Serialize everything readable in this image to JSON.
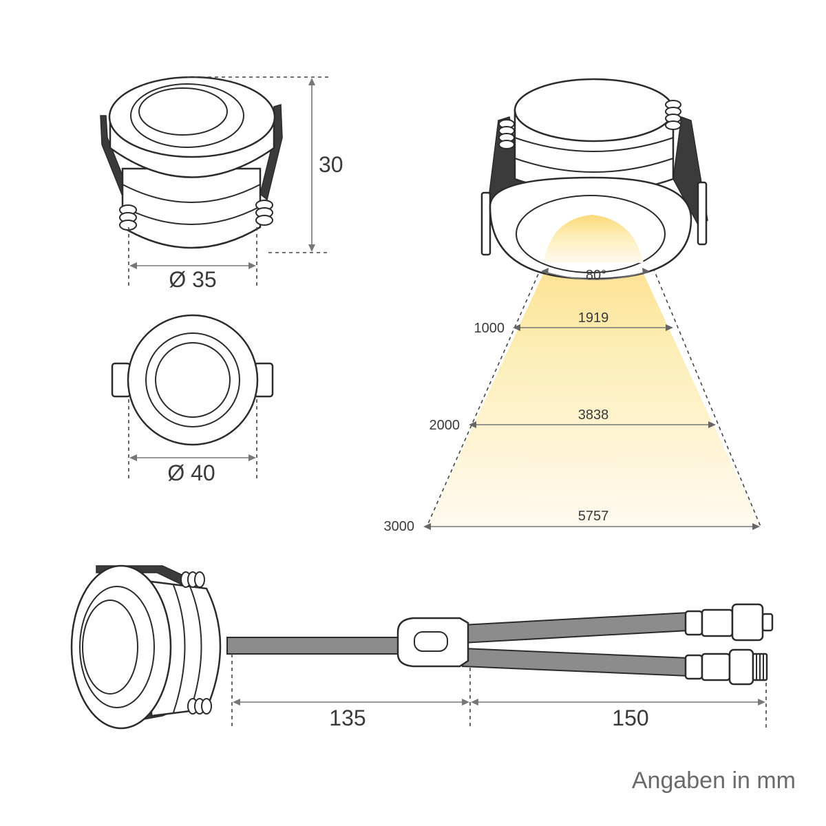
{
  "side_view": {
    "height_label": "30",
    "diameter_label": "Ø 35"
  },
  "top_view": {
    "diameter_label": "Ø 40"
  },
  "beam_view": {
    "angle_label": "80°",
    "distances": [
      "1000",
      "2000",
      "3000"
    ],
    "widths": [
      "1919",
      "3838",
      "5757"
    ]
  },
  "cable_view": {
    "length_1_label": "135",
    "length_2_label": "150"
  },
  "footer": {
    "units_note": "Angaben in mm"
  },
  "colors": {
    "beam_top": "#fcd97a",
    "beam_bottom": "#fffaf0",
    "cable": "#8c8c8c",
    "clip": "#3b3b3b"
  }
}
